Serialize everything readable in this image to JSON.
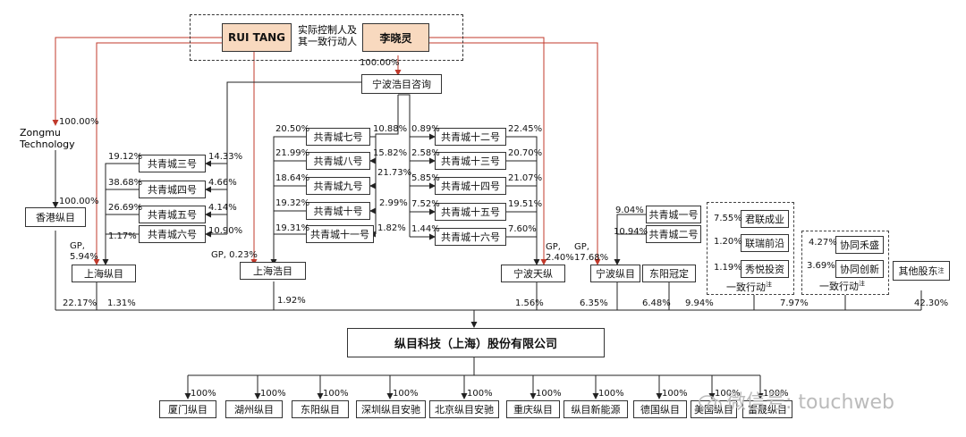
{
  "controllers": {
    "left": "RUI TANG",
    "right": "李晓灵",
    "relation_line1": "实际控制人及",
    "relation_line2": "其一致行动人",
    "consulting_pct": "100.00%"
  },
  "entities": {
    "consulting": "宁波浩目咨询",
    "zongmu_tech_line1": "Zongmu",
    "zongmu_tech_line2": "Technology",
    "zongmu_tech_pct": "100.00%",
    "hk_zongmu": "香港纵目",
    "hk_pct": "100.00%",
    "sh_zongmu": "上海纵目",
    "sh_zongmu_gp": "GP,",
    "sh_zongmu_gp_pct": "5.94%",
    "sh_haomu": "上海浩目",
    "sh_haomu_gp": "GP, 0.23%",
    "nb_tianzong": "宁波天纵",
    "nb_tianzong_gp": "GP,",
    "nb_tianzong_gp_pct": "2.40%",
    "nb_zongmu": "宁波纵目",
    "nb_zongmu_gp": "GP,",
    "nb_zongmu_gp_pct": "17.68%",
    "dongyang": "东阳冠定",
    "others": "其他股东",
    "others_note": "注",
    "company": "纵目科技（上海）股份有限公司"
  },
  "group_a": [
    {
      "name": "共青城三号",
      "left_pct": "19.12%",
      "right_pct": "14.33%"
    },
    {
      "name": "共青城四号",
      "left_pct": "38.68%",
      "right_pct": "4.66%"
    },
    {
      "name": "共青城五号",
      "left_pct": "26.69%",
      "right_pct": "4.14%"
    },
    {
      "name": "共青城六号",
      "left_pct": "1.17%",
      "right_pct": "10.90%"
    }
  ],
  "group_b": [
    {
      "name": "共青城七号",
      "left_pct": "20.50%",
      "right_pct": "10.88%"
    },
    {
      "name": "共青城八号",
      "left_pct": "21.99%",
      "right_pct": "15.82%"
    },
    {
      "name": "共青城九号",
      "left_pct": "18.64%",
      "right_pct": "21.73%"
    },
    {
      "name": "共青城十号",
      "left_pct": "19.32%",
      "right_pct": "2.99%"
    },
    {
      "name": "共青城十一号",
      "left_pct": "19.31%",
      "right_pct": "1.82%"
    }
  ],
  "group_c": [
    {
      "name": "共青城十二号",
      "left_pct": "0.89%",
      "right_pct": "22.45%"
    },
    {
      "name": "共青城十三号",
      "left_pct": "2.58%",
      "right_pct": "20.70%"
    },
    {
      "name": "共青城十四号",
      "left_pct": "5.85%",
      "right_pct": "21.07%"
    },
    {
      "name": "共青城十五号",
      "left_pct": "7.52%",
      "right_pct": "19.51%"
    },
    {
      "name": "共青城十六号",
      "left_pct": "1.44%",
      "right_pct": "7.60%"
    }
  ],
  "group_d": [
    {
      "name": "共青城一号",
      "pct": "9.04%"
    },
    {
      "name": "共青城二号",
      "pct": "10.94%"
    }
  ],
  "concert1": {
    "items": [
      {
        "name": "君联成业",
        "pct": "7.55%"
      },
      {
        "name": "联瑞前沿",
        "pct": "1.20%"
      },
      {
        "name": "秀悦投资",
        "pct": "1.19%"
      }
    ],
    "label": "一致行动",
    "note": "注"
  },
  "concert2": {
    "items": [
      {
        "name": "协同禾盛",
        "pct": "4.27%"
      },
      {
        "name": "协同创新",
        "pct": "3.69%"
      }
    ],
    "label": "一致行动",
    "note": "注"
  },
  "holdings": {
    "zongmu_tech": "22.17%",
    "sh_zongmu": "1.31%",
    "sh_haomu": "1.92%",
    "nb_tianzong": "1.56%",
    "nb_zongmu": "6.35%",
    "dongyang": "6.48%",
    "concert1": "9.94%",
    "concert2": "7.97%",
    "others": "42.30%"
  },
  "subsidiaries": [
    {
      "name": "厦门纵目",
      "pct": "100%"
    },
    {
      "name": "湖州纵目",
      "pct": "100%"
    },
    {
      "name": "东阳纵目",
      "pct": "100%"
    },
    {
      "name": "深圳纵目安驰",
      "pct": "100%"
    },
    {
      "name": "北京纵目安驰",
      "pct": "100%"
    },
    {
      "name": "重庆纵目",
      "pct": "100%"
    },
    {
      "name": "纵目新能源",
      "pct": "100%"
    },
    {
      "name": "德国纵目",
      "pct": "100%"
    },
    {
      "name": "美国纵目",
      "pct": "100%"
    },
    {
      "name": "富晟纵目",
      "pct": "100%"
    }
  ],
  "watermark": "微信号: touchweb",
  "colors": {
    "highlight": "#f8d9bf",
    "red_line": "#c0392b",
    "line": "#222222"
  }
}
